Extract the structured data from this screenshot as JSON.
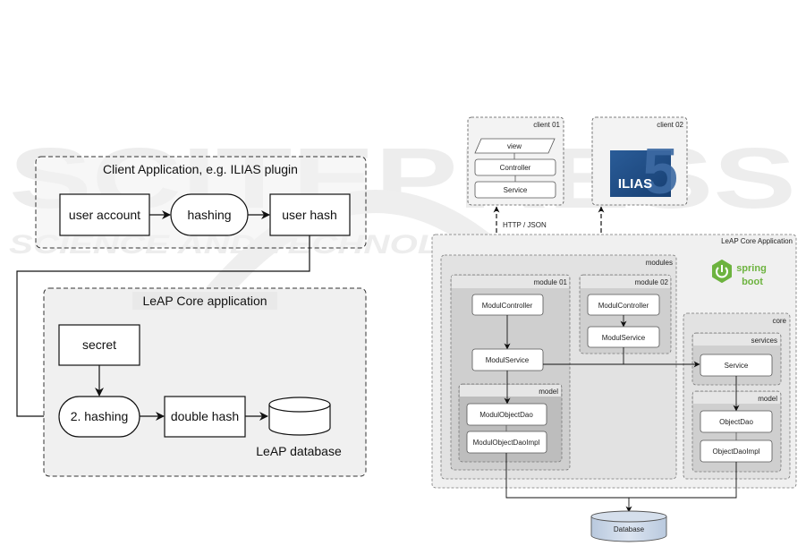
{
  "watermark": {
    "brand": "SCITEPRESS",
    "tagline": "SCIENCE AND TECHNOLOGY PUBLICATIONS"
  },
  "left_diagram": {
    "client_app": {
      "title": "Client Application, e.g. ILIAS plugin",
      "nodes": [
        "user account",
        "hashing",
        "user hash"
      ]
    },
    "core_app": {
      "title": "LeAP Core application",
      "secret": "secret",
      "second_hashing": "2. hashing",
      "double_hash": "double hash",
      "database_label": "LeAP database"
    }
  },
  "right_diagram": {
    "client01": {
      "label": "client 01",
      "layers": [
        "view",
        "Controller",
        "Service"
      ]
    },
    "client02": {
      "label": "client 02",
      "logo_text": "ILIAS",
      "logo_number": "5"
    },
    "protocol_label": "HTTP / JSON",
    "core_app": {
      "label": "LeAP Core Application",
      "spring_logo": [
        "spring",
        "boot"
      ],
      "modules": {
        "label": "modules",
        "module01": {
          "label": "module 01",
          "controller": "ModulController",
          "service": "ModulService",
          "model": {
            "label": "model",
            "dao": "ModulObjectDao",
            "impl": "ModulObjectDaoImpl"
          }
        },
        "module02": {
          "label": "module 02",
          "controller": "ModulController",
          "service": "ModulService"
        }
      },
      "core": {
        "label": "core",
        "services": {
          "label": "services",
          "service": "Service"
        },
        "model": {
          "label": "model",
          "dao": "ObjectDao",
          "impl": "ObjectDaoImpl"
        }
      }
    },
    "database": "Database"
  },
  "colors": {
    "spring_green": "#6db33f",
    "ilias_blue": "#1d4f8a",
    "database_fill": "#c9d6e8"
  }
}
